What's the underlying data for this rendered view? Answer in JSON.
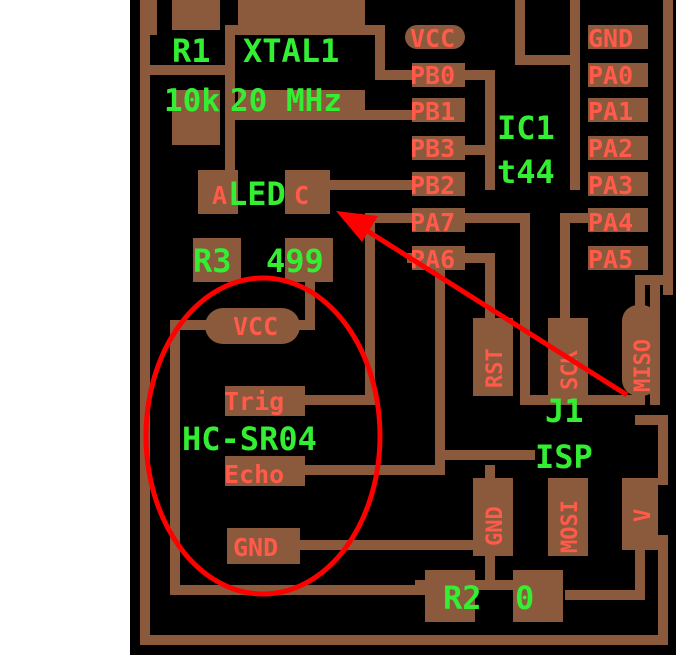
{
  "colors": {
    "board": "#000000",
    "copper": "#8b5a3c",
    "pad_label": "#ff5a4a",
    "silk_label": "#33ee33",
    "annotation": "#ff0000"
  },
  "ic1": {
    "ref": "IC1",
    "value": "t44",
    "left_pins": [
      "VCC",
      "PB0",
      "PB1",
      "PB3",
      "PB2",
      "PA7",
      "PA6"
    ],
    "right_pins": [
      "GND",
      "PA0",
      "PA1",
      "PA2",
      "PA3",
      "PA4",
      "PA5"
    ]
  },
  "r1": {
    "ref": "R1",
    "value": "10k"
  },
  "xtal1": {
    "ref": "XTAL1",
    "value": "20 MHz"
  },
  "led": {
    "ref": "LED",
    "anode": "A",
    "cathode": "C"
  },
  "r3": {
    "ref": "R3",
    "value": "499"
  },
  "sensor": {
    "name": "HC-SR04",
    "pins": [
      "VCC",
      "Trig",
      "Echo",
      "GND"
    ]
  },
  "j1": {
    "ref": "J1",
    "value": "ISP",
    "pins": [
      "RST",
      "SCK",
      "MISO",
      "GND",
      "MOSI",
      "V"
    ]
  },
  "r2": {
    "ref": "R2",
    "value": "0"
  }
}
